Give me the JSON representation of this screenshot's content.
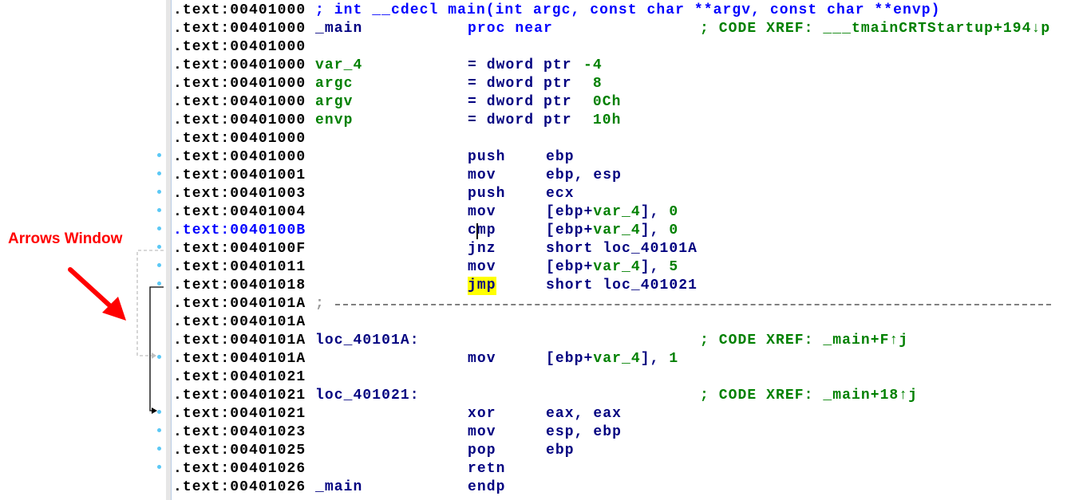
{
  "annotation": {
    "caption": "Arrows Window",
    "color": "#ff0000"
  },
  "colors": {
    "address": "#000000",
    "selected_address": "#0000ff",
    "name_navy": "#000080",
    "name_green": "#008000",
    "comment_green": "#008000",
    "comment_blue": "#0000ff",
    "highlight": "#ffff00",
    "dot": "#5bc8f5"
  },
  "lines": [
    {
      "addr": ".text:00401000",
      "proto": "; int __cdecl main(int argc, const char **argv, const char **envp)"
    },
    {
      "addr": ".text:00401000",
      "label": "_main",
      "label_color": "#000080",
      "mn": "proc near",
      "mn_color": "#0000ff",
      "cmt": "; CODE XREF: ___tmainCRTStartup+194↓p"
    },
    {
      "addr": ".text:00401000"
    },
    {
      "addr": ".text:00401000",
      "label": "var_4",
      "label_color": "#008000",
      "mn": "= dword ptr",
      "ops": [
        {
          "t": "-4",
          "c": "#008000"
        }
      ]
    },
    {
      "addr": ".text:00401000",
      "label": "argc",
      "label_color": "#008000",
      "mn": "= dword ptr",
      "ops": [
        {
          "t": " 8",
          "c": "#008000"
        }
      ]
    },
    {
      "addr": ".text:00401000",
      "label": "argv",
      "label_color": "#008000",
      "mn": "= dword ptr",
      "ops": [
        {
          "t": " 0Ch",
          "c": "#008000"
        }
      ]
    },
    {
      "addr": ".text:00401000",
      "label": "envp",
      "label_color": "#008000",
      "mn": "= dword ptr",
      "ops": [
        {
          "t": " 10h",
          "c": "#008000"
        }
      ]
    },
    {
      "addr": ".text:00401000"
    },
    {
      "addr": ".text:00401000",
      "dot": true,
      "mn": "push",
      "ops": [
        {
          "t": "ebp",
          "c": "#000080"
        }
      ]
    },
    {
      "addr": ".text:00401001",
      "dot": true,
      "mn": "mov",
      "ops": [
        {
          "t": "ebp, esp",
          "c": "#000080"
        }
      ]
    },
    {
      "addr": ".text:00401003",
      "dot": true,
      "mn": "push",
      "ops": [
        {
          "t": "ecx",
          "c": "#000080"
        }
      ]
    },
    {
      "addr": ".text:00401004",
      "dot": true,
      "mn": "mov",
      "ops": [
        {
          "t": "[ebp+",
          "c": "#000080"
        },
        {
          "t": "var_4",
          "c": "#008000"
        },
        {
          "t": "], ",
          "c": "#000080"
        },
        {
          "t": "0",
          "c": "#008000"
        }
      ]
    },
    {
      "addr": ".text:0040100B",
      "selected": true,
      "dot": true,
      "mn": "cmp",
      "ops": [
        {
          "t": "[ebp+",
          "c": "#000080"
        },
        {
          "t": "var_4",
          "c": "#008000"
        },
        {
          "t": "], ",
          "c": "#000080"
        },
        {
          "t": "0",
          "c": "#008000"
        }
      ]
    },
    {
      "addr": ".text:0040100F",
      "dot": true,
      "mn": "jnz",
      "ops": [
        {
          "t": "short loc_40101A",
          "c": "#000080"
        }
      ]
    },
    {
      "addr": ".text:00401011",
      "dot": true,
      "mn": "mov",
      "ops": [
        {
          "t": "[ebp+",
          "c": "#000080"
        },
        {
          "t": "var_4",
          "c": "#008000"
        },
        {
          "t": "], ",
          "c": "#000080"
        },
        {
          "t": "5",
          "c": "#008000"
        }
      ]
    },
    {
      "addr": ".text:00401018",
      "dot": true,
      "mn": "jmp",
      "highlight": true,
      "ops": [
        {
          "t": "short loc_401021",
          "c": "#000080"
        }
      ]
    },
    {
      "addr": ".text:0040101A",
      "separator": "; "
    },
    {
      "addr": ".text:0040101A"
    },
    {
      "addr": ".text:0040101A",
      "label": "loc_40101A:",
      "label_color": "#000080",
      "cmt": "; CODE XREF: _main+F↑j"
    },
    {
      "addr": ".text:0040101A",
      "dot": true,
      "mn": "mov",
      "ops": [
        {
          "t": "[ebp+",
          "c": "#000080"
        },
        {
          "t": "var_4",
          "c": "#008000"
        },
        {
          "t": "], ",
          "c": "#000080"
        },
        {
          "t": "1",
          "c": "#008000"
        }
      ]
    },
    {
      "addr": ".text:00401021"
    },
    {
      "addr": ".text:00401021",
      "label": "loc_401021:",
      "label_color": "#000080",
      "cmt": "; CODE XREF: _main+18↑j"
    },
    {
      "addr": ".text:00401021",
      "dot": true,
      "mn": "xor",
      "ops": [
        {
          "t": "eax, eax",
          "c": "#000080"
        }
      ]
    },
    {
      "addr": ".text:00401023",
      "dot": true,
      "mn": "mov",
      "ops": [
        {
          "t": "esp, ebp",
          "c": "#000080"
        }
      ]
    },
    {
      "addr": ".text:00401025",
      "dot": true,
      "mn": "pop",
      "ops": [
        {
          "t": "ebp",
          "c": "#000080"
        }
      ]
    },
    {
      "addr": ".text:00401026",
      "dot": true,
      "mn": "retn"
    },
    {
      "addr": ".text:00401026",
      "label": "_main",
      "label_color": "#000080",
      "mn": "endp"
    }
  ]
}
